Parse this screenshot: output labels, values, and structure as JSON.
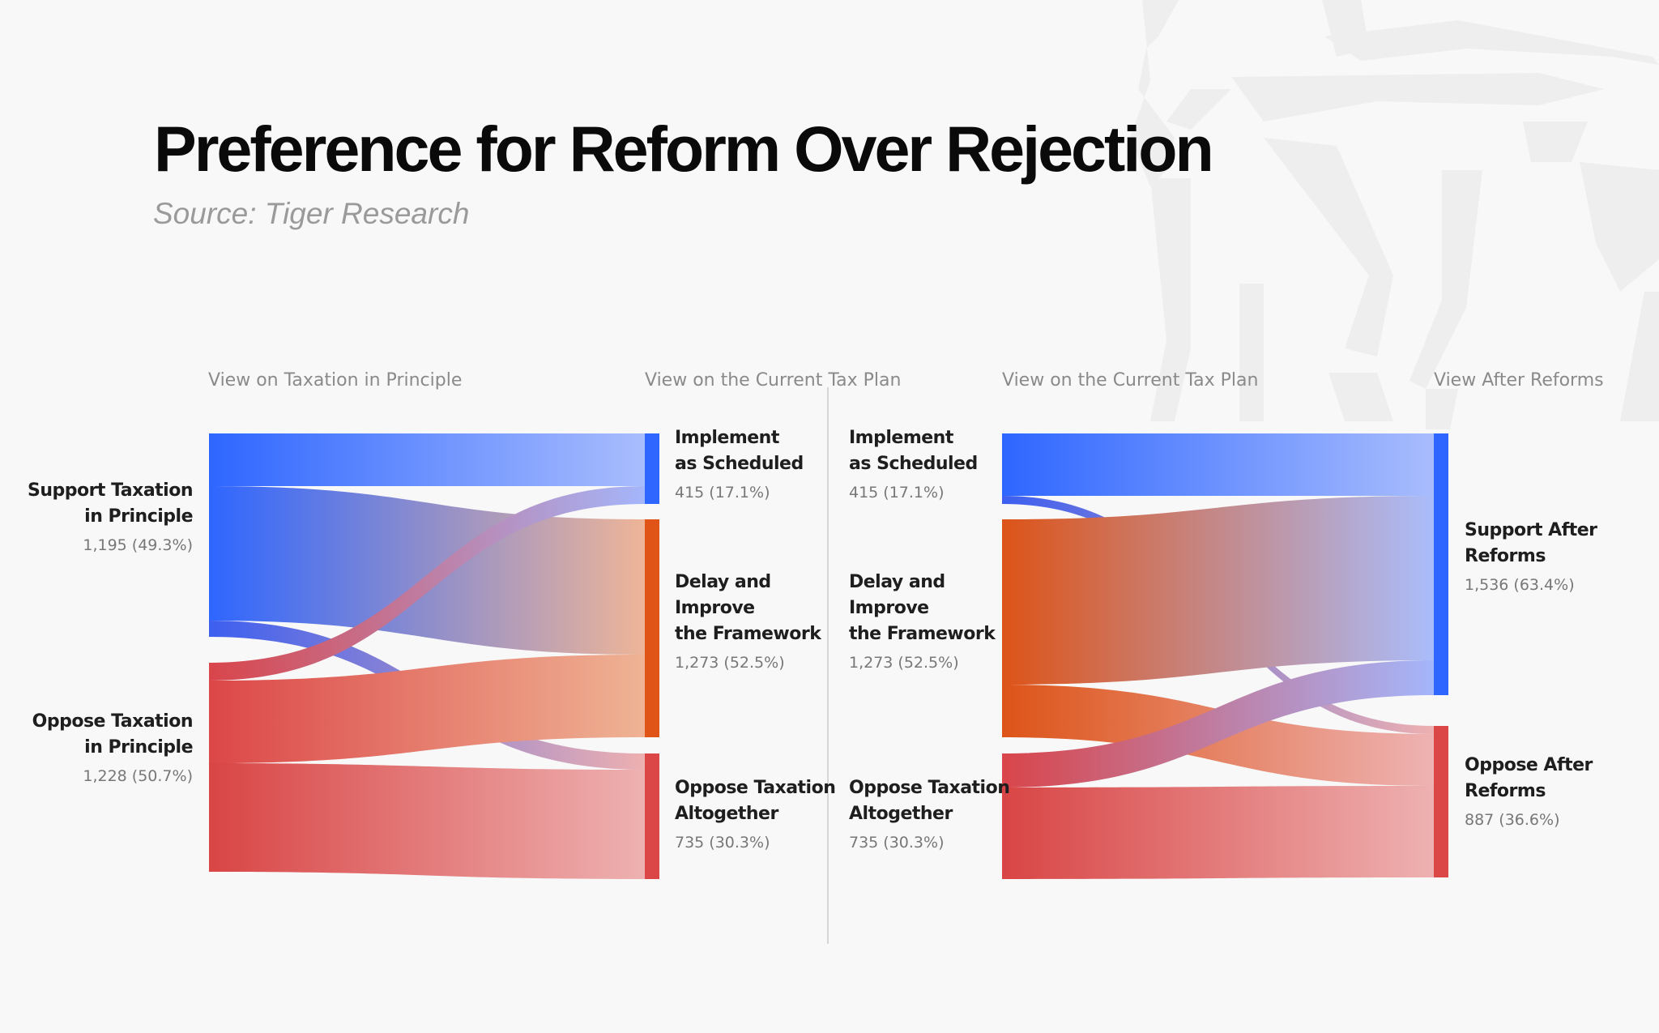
{
  "title": "Preference for Reform Over Rejection",
  "subtitle": "Source: Tiger Research",
  "colors": {
    "support": "#2e66ff",
    "implement": "#2e66ff",
    "delay": "#e05418",
    "oppose": "#db4646",
    "divider": "#d6d6d6",
    "watermark": "#eeeeee"
  },
  "left_diagram": {
    "source_header": "View on Taxation in Principle",
    "target_header": "View on the Current Tax Plan",
    "sources": [
      {
        "id": "support_principle",
        "line1": "Support Taxation",
        "line2": "in Principle",
        "value_text": "1,195 (49.3%)",
        "count": 1195
      },
      {
        "id": "oppose_principle",
        "line1": "Oppose Taxation",
        "line2": "in Principle",
        "value_text": "1,228 (50.7%)",
        "count": 1228
      }
    ],
    "targets": [
      {
        "id": "implement",
        "line1": "Implement",
        "line2": "as Scheduled",
        "line3": "",
        "value_text": "415 (17.1%)",
        "count": 415
      },
      {
        "id": "delay",
        "line1": "Delay and",
        "line2": "Improve",
        "line3": "the Framework",
        "value_text": "1,273 (52.5%)",
        "count": 1273
      },
      {
        "id": "oppose_all",
        "line1": "Oppose Taxation",
        "line2": "Altogether",
        "line3": "",
        "value_text": "735 (30.3%)",
        "count": 735
      }
    ]
  },
  "right_diagram": {
    "source_header": "View on the Current Tax Plan",
    "target_header": "View After Reforms",
    "sources": [
      {
        "id": "implement",
        "line1": "Implement",
        "line2": "as Scheduled",
        "line3": "",
        "value_text": "415 (17.1%)",
        "count": 415
      },
      {
        "id": "delay",
        "line1": "Delay and",
        "line2": "Improve",
        "line3": "the Framework",
        "value_text": "1,273 (52.5%)",
        "count": 1273
      },
      {
        "id": "oppose_all",
        "line1": "Oppose Taxation",
        "line2": "Altogether",
        "line3": "",
        "value_text": "735 (30.3%)",
        "count": 735
      }
    ],
    "targets": [
      {
        "id": "support_after",
        "line1": "Support After",
        "line2": "Reforms",
        "value_text": "1,536 (63.4%)",
        "count": 1536
      },
      {
        "id": "oppose_after",
        "line1": "Oppose After",
        "line2": "Reforms",
        "value_text": "887 (36.6%)",
        "count": 887
      }
    ]
  }
}
